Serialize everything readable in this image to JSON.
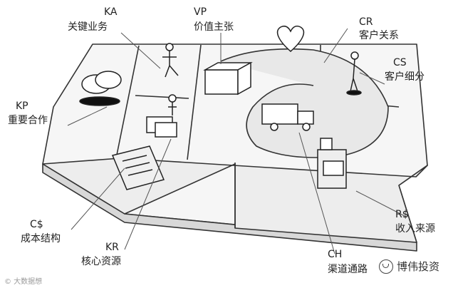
{
  "blocks": [
    {
      "key": "ka",
      "code": "KA",
      "name": "关键业务"
    },
    {
      "key": "vp",
      "code": "VP",
      "name": "价值主张"
    },
    {
      "key": "cr",
      "code": "CR",
      "name": "客户关系"
    },
    {
      "key": "cs",
      "code": "CS",
      "name": "客户细分"
    },
    {
      "key": "kp",
      "code": "KP",
      "name": "重要合作"
    },
    {
      "key": "cost",
      "code": "C$",
      "name": "成本结构"
    },
    {
      "key": "kr",
      "code": "KR",
      "name": "核心资源"
    },
    {
      "key": "rev",
      "code": "R$",
      "name": "收入来源"
    },
    {
      "key": "ch",
      "code": "CH",
      "name": "渠道通路"
    }
  ],
  "watermark": "© 大数据想",
  "brand": {
    "name": "博伟投资",
    "icon": "wechat-icon"
  },
  "colors": {
    "line": "#333333",
    "board": "#f4f4f4",
    "shade": "#dcdcdc"
  }
}
